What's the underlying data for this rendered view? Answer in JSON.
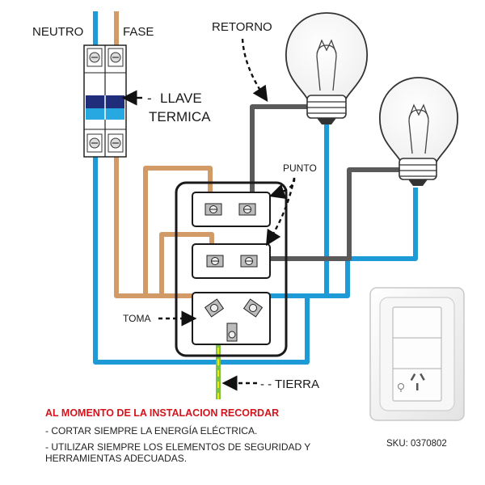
{
  "labels": {
    "neutro": "NEUTRO",
    "fase": "FASE",
    "retorno": "RETORNO",
    "llave_line1": "LLAVE",
    "llave_line2": "TERMICA",
    "punto": "PUNTO",
    "toma": "TOMA",
    "tierra": "TIERRA",
    "llave_dash": "- ",
    "tierra_dash": "- -",
    "toma_dash": "- -"
  },
  "notes": {
    "title": "AL MOMENTO DE LA INSTALACION RECORDAR",
    "line1": "- CORTAR SIEMPRE LA ENERGÍA ELÉCTRICA.",
    "line2": "- UTILIZAR SIEMPRE LOS ELEMENTOS DE SEGURIDAD Y HERRAMIENTAS ADECUADAS."
  },
  "sku": "SKU: 0370802",
  "colors": {
    "neutral_wire": "#1e9ad6",
    "phase_wire": "#d19a66",
    "return_wire": "#5a5a5a",
    "ground_wire": "#7dc241",
    "ground_stripe": "#f2e60a",
    "breaker_handle": "#1f2d7a",
    "note_title": "#d4141c"
  },
  "icons": [
    "light-bulb-icon",
    "circuit-breaker-icon",
    "wall-plate-icon",
    "socket-icon",
    "screw-terminal-icon"
  ]
}
